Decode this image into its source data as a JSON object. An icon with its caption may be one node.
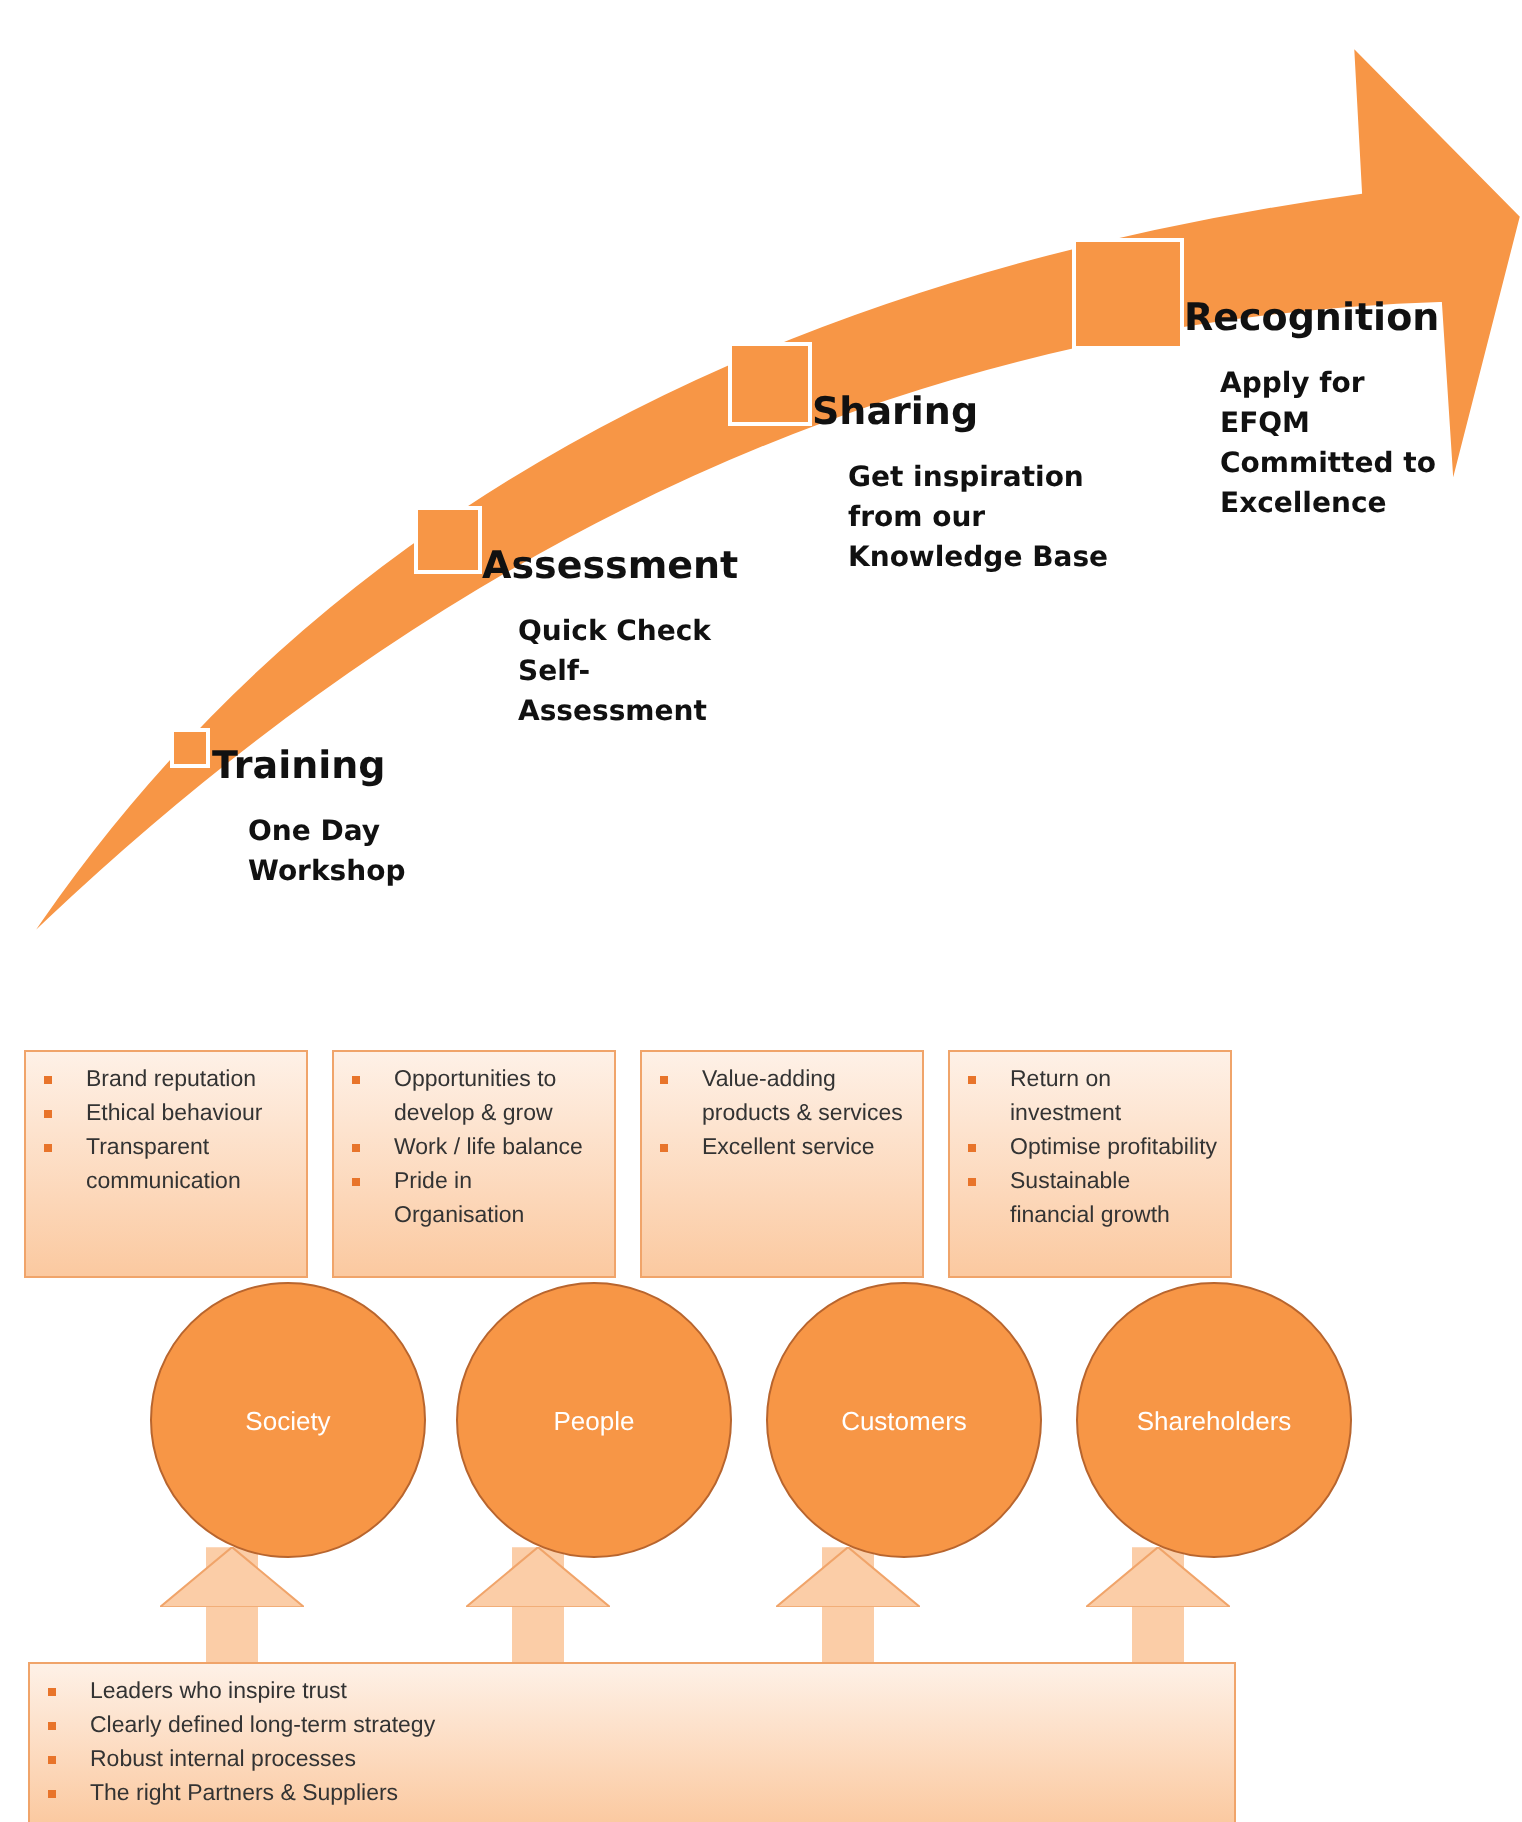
{
  "diagram": {
    "nodes": [
      {
        "text": [
          "Training",
          "One Day Workshop"
        ]
      },
      {
        "text": [
          "Assessment",
          "Quick Check Self-Assessment"
        ]
      },
      {
        "text": [
          "Sharing",
          "Get inspiration from our Knowledge Base"
        ]
      },
      {
        "text": [
          "Recognition",
          "Apply for EFQM Committed to Excellence"
        ]
      },
      {
        "text": [
          "Brand reputation",
          "Ethical behaviour",
          "Transparent communication"
        ]
      },
      {
        "text": [
          "Opportunities to develop & grow",
          "Work / life balance",
          "Pride in Organisation"
        ]
      },
      {
        "text": [
          "Value-adding products & services",
          "Excellent service"
        ]
      },
      {
        "text": [
          "Return on investment",
          "Optimise profitability",
          "Sustainable financial growth"
        ]
      },
      {
        "text": [
          "Society"
        ]
      },
      {
        "text": [
          "People"
        ]
      },
      {
        "text": [
          "Customers"
        ]
      },
      {
        "text": [
          "Shareholders"
        ]
      },
      {
        "text": [
          "Leaders who inspire trust",
          "Clearly defined long-term strategy",
          "Robust internal processes",
          "The right Partners & Suppliers"
        ]
      }
    ],
    "edges": [
      {
        "from": 12,
        "to": 8,
        "arrow": "to"
      },
      {
        "from": 12,
        "to": 9,
        "arrow": "to"
      },
      {
        "from": 12,
        "to": 10,
        "arrow": "to"
      },
      {
        "from": 12,
        "to": 11,
        "arrow": "to"
      }
    ]
  }
}
